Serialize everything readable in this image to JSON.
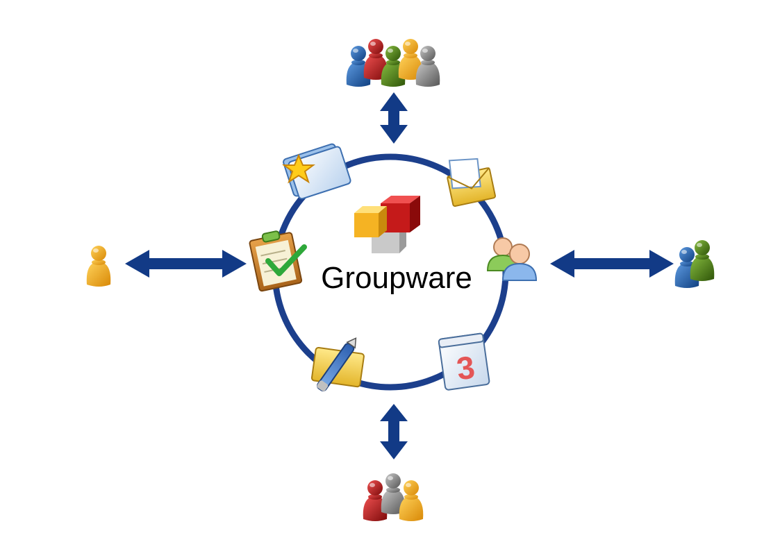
{
  "center": {
    "label": "Groupware",
    "logo": "groupware-cubes-logo"
  },
  "colors": {
    "ring": "#1c3f8c",
    "arrow": "#123a86",
    "person_blue": "#1f5fa8",
    "person_red": "#b81414",
    "person_green": "#4b7e16",
    "person_orange": "#f2a516",
    "person_gray": "#8a8a8a"
  },
  "modules": [
    {
      "id": "favorites",
      "icon": "favorites-folder-icon"
    },
    {
      "id": "mail",
      "icon": "mail-envelope-icon"
    },
    {
      "id": "tasks",
      "icon": "task-clipboard-icon"
    },
    {
      "id": "contacts",
      "icon": "contacts-people-icon"
    },
    {
      "id": "notes",
      "icon": "notes-pen-icon"
    },
    {
      "id": "calendar",
      "icon": "calendar-icon",
      "day": "3"
    }
  ],
  "groups": [
    {
      "position": "top",
      "people": [
        "blue",
        "red",
        "green",
        "orange",
        "gray"
      ]
    },
    {
      "position": "left",
      "people": [
        "orange"
      ]
    },
    {
      "position": "right",
      "people": [
        "blue",
        "green"
      ]
    },
    {
      "position": "bottom",
      "people": [
        "red",
        "gray",
        "orange"
      ]
    }
  ]
}
